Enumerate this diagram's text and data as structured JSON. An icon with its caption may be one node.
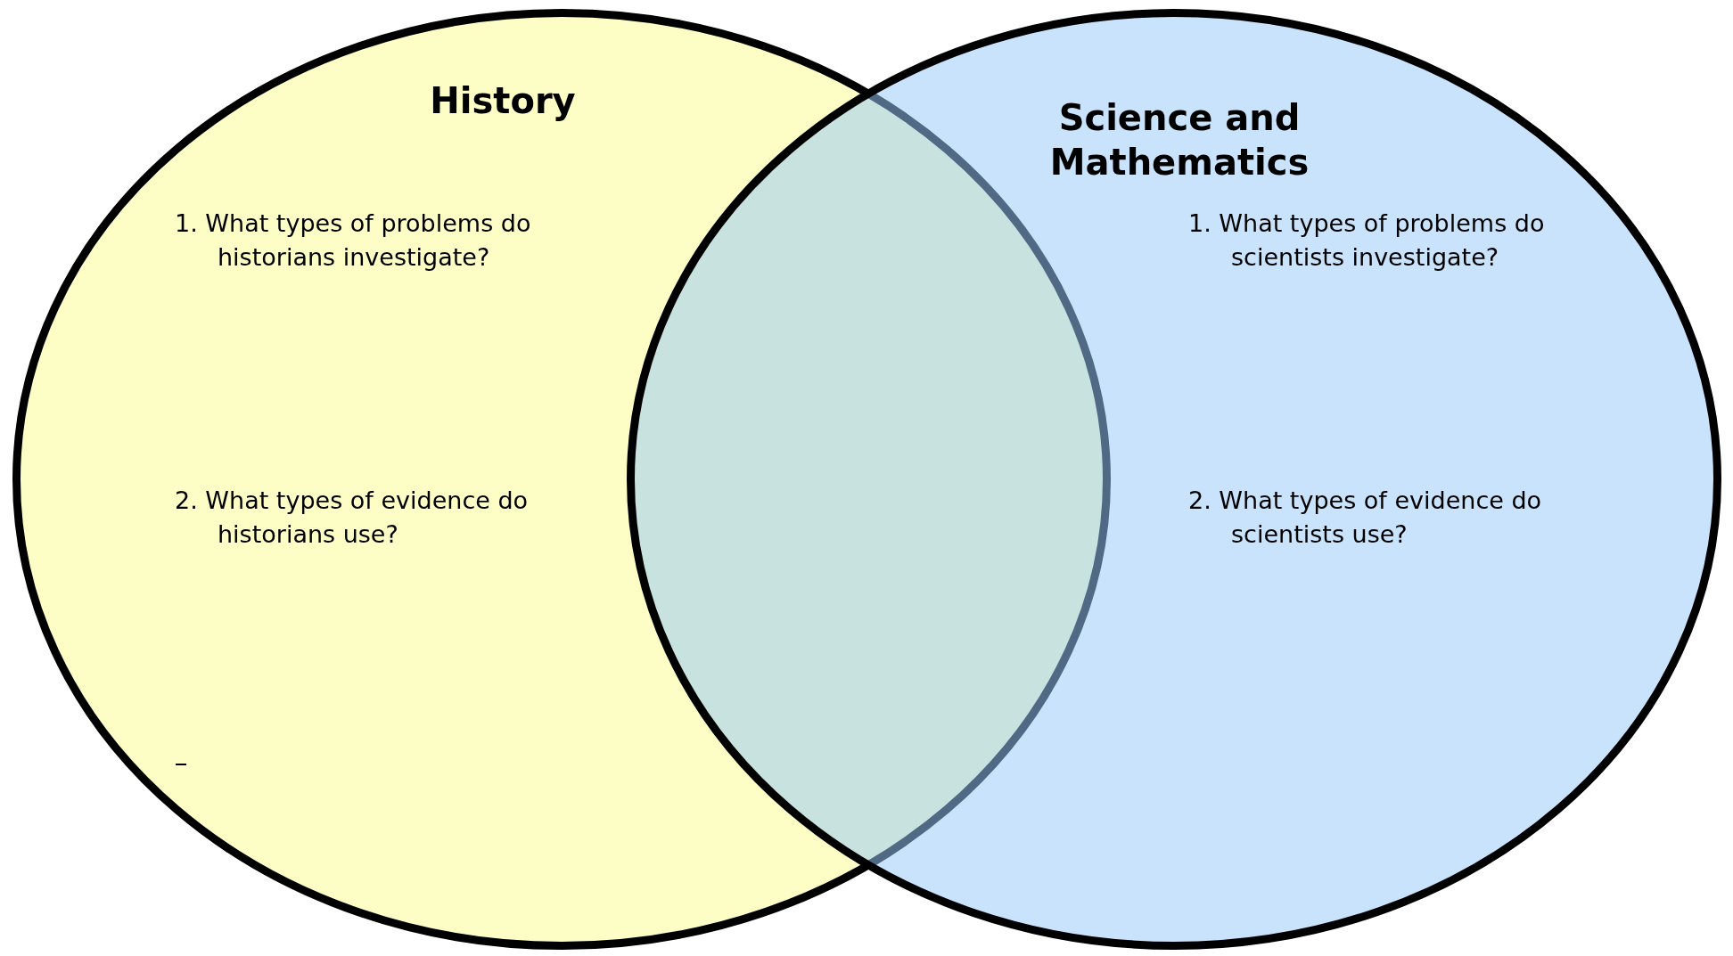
{
  "diagram": {
    "nodes": [
      {
        "text": [
          "History",
          "1. What types of problems do historians investigate?",
          "2. What types of evidence do historians use?"
        ]
      },
      {
        "text": [
          "Science and Mathematics",
          "1. What types of problems do scientists investigate?",
          "2. What types of evidence do scientists use?"
        ]
      }
    ],
    "edges": []
  }
}
